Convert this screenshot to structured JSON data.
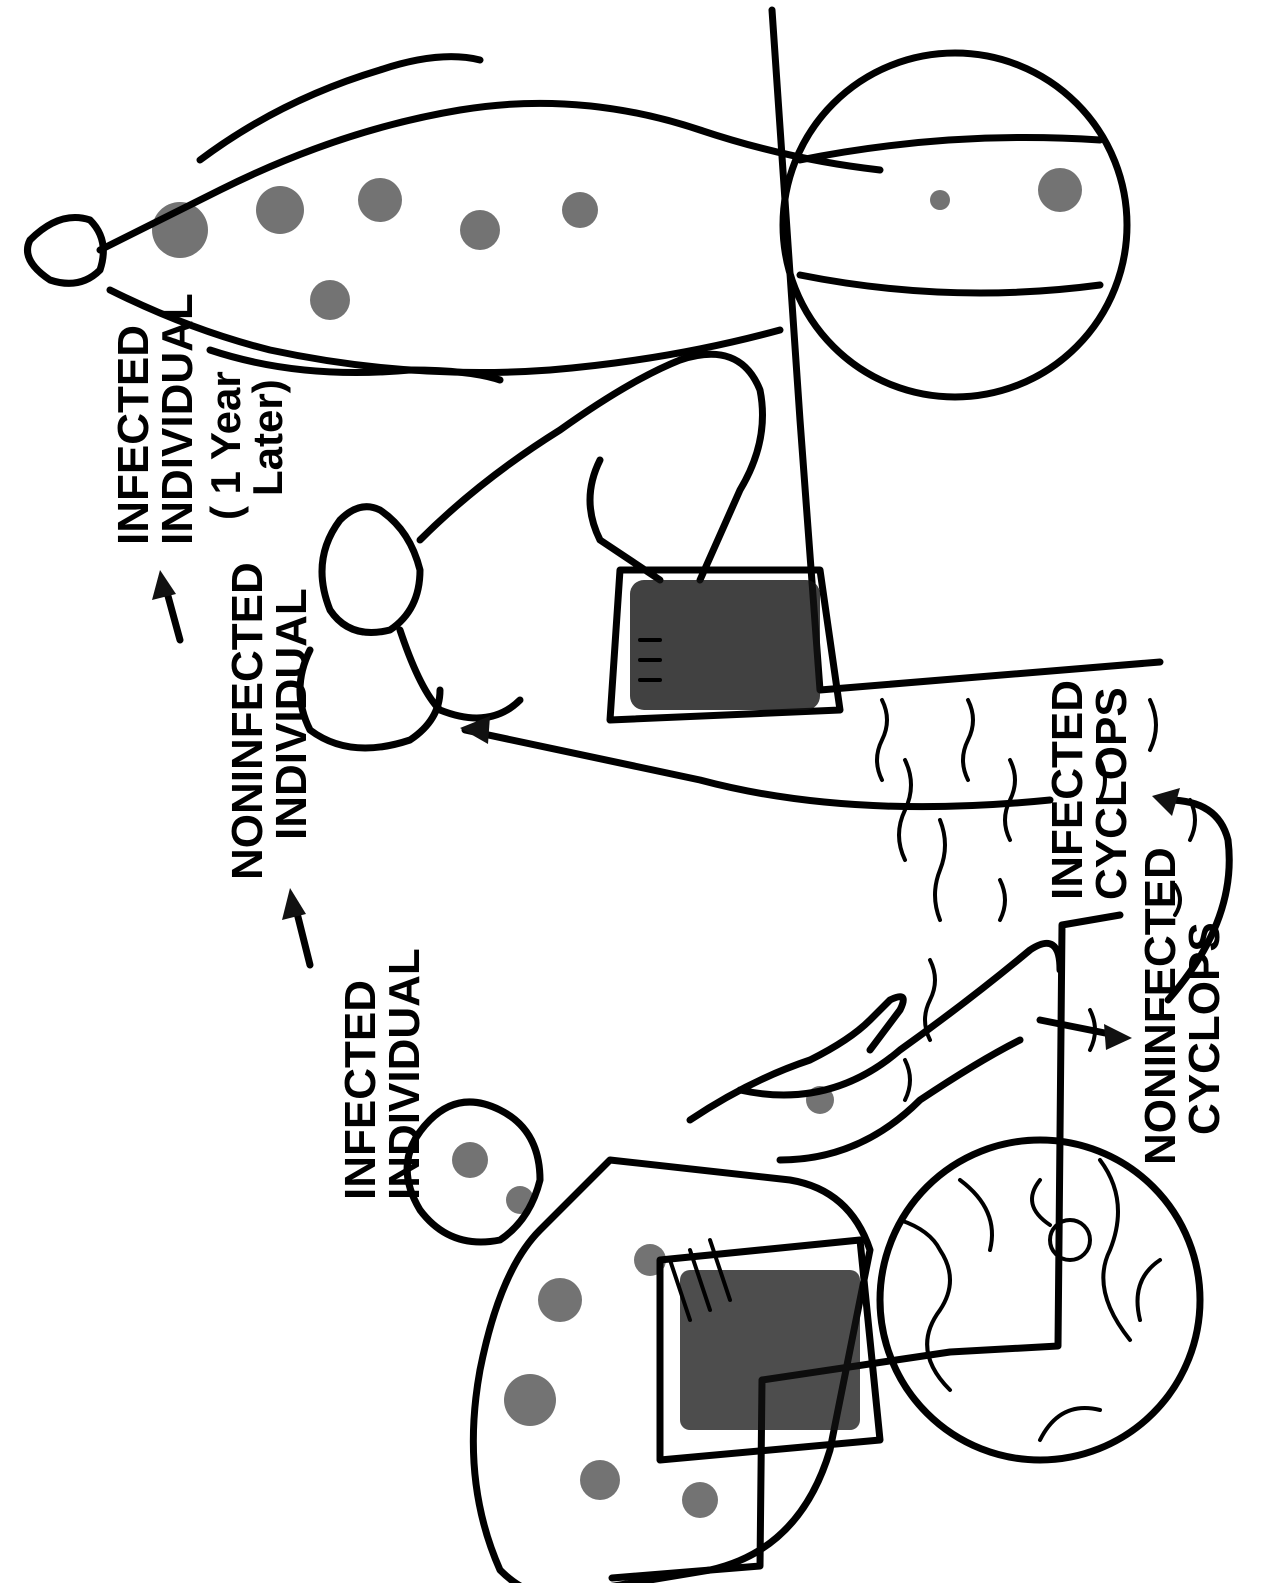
{
  "labels": {
    "infected_individual": "INFECTED INDIVIDUAL",
    "noninfected_individual": "NONINFECTED INDIVIDUAL",
    "infected_individual_later": "INFECTED INDIVIDUAL",
    "one_year_later": "( 1 Year Later)",
    "infected_cyclops": "INFECTED CYCLOPS",
    "noninfected_cyclops": "NONINFECTED CYCLOPS"
  },
  "label_lines": {
    "infected_individual": [
      "INFECTED",
      "INDIVIDUAL"
    ],
    "noninfected_individual": [
      "NONINFECTED",
      "INDIVIDUAL"
    ],
    "infected_individual_later": [
      "INFECTED",
      "INDIVIDUAL"
    ],
    "one_year_later": [
      "( 1 Year",
      "Later)"
    ],
    "infected_cyclops": [
      "INFECTED",
      "CYCLOPS"
    ],
    "noninfected_cyclops": [
      "NONINFECTED",
      "CYCLOPS"
    ]
  },
  "colors": {
    "ink": "#000000",
    "paper": "#ffffff"
  }
}
